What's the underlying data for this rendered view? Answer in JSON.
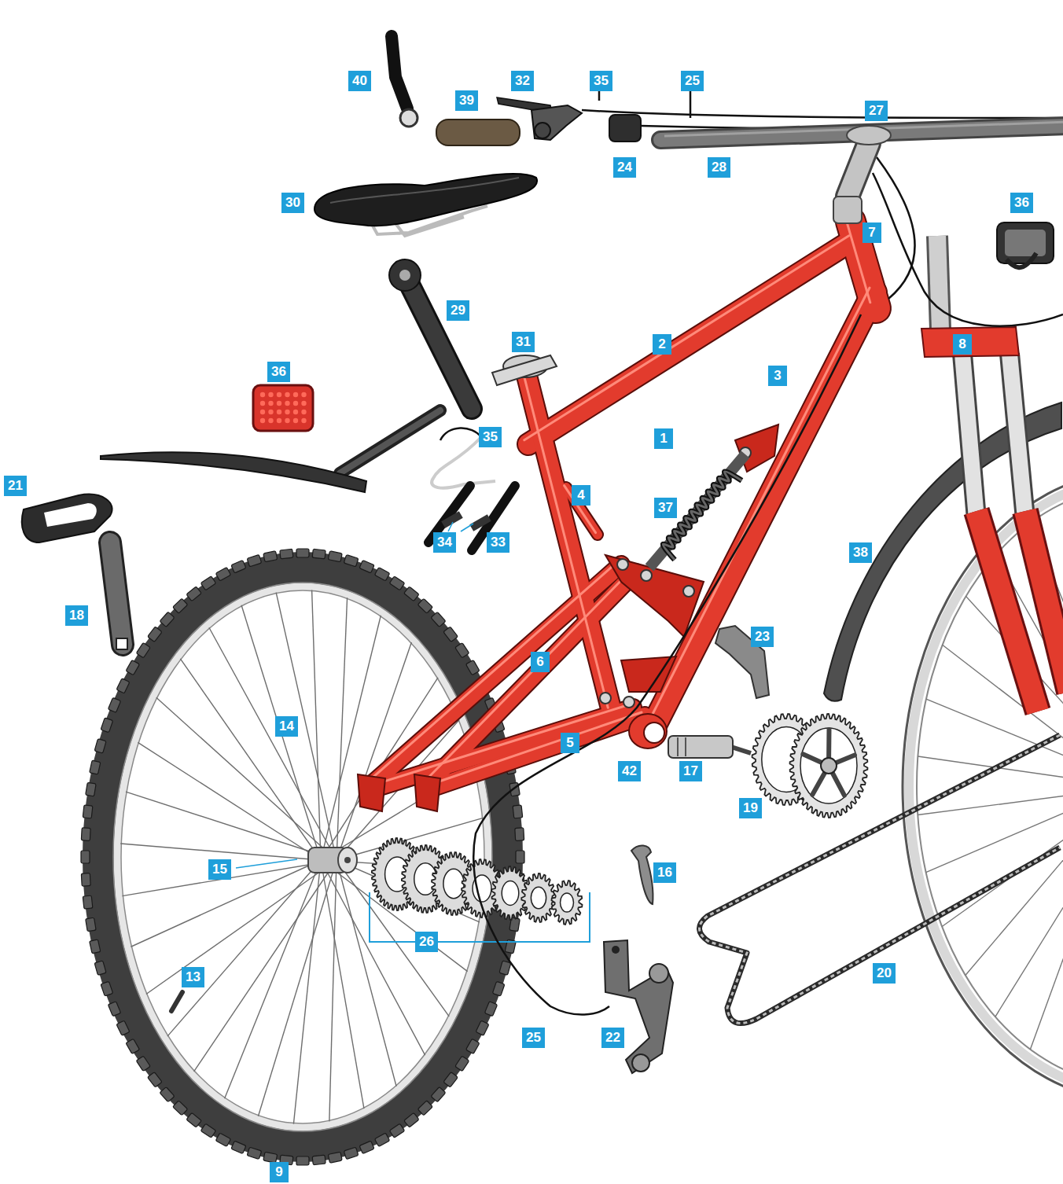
{
  "diagram": {
    "labels": [
      "40",
      "32",
      "35",
      "25",
      "39",
      "27",
      "24",
      "28",
      "30",
      "36",
      "7",
      "29",
      "31",
      "2",
      "8",
      "36",
      "3",
      "35",
      "1",
      "21",
      "4",
      "37",
      "34",
      "33",
      "38",
      "18",
      "23",
      "6",
      "14",
      "5",
      "42",
      "17",
      "19",
      "15",
      "16",
      "26",
      "13",
      "20",
      "25",
      "22",
      "9"
    ]
  }
}
